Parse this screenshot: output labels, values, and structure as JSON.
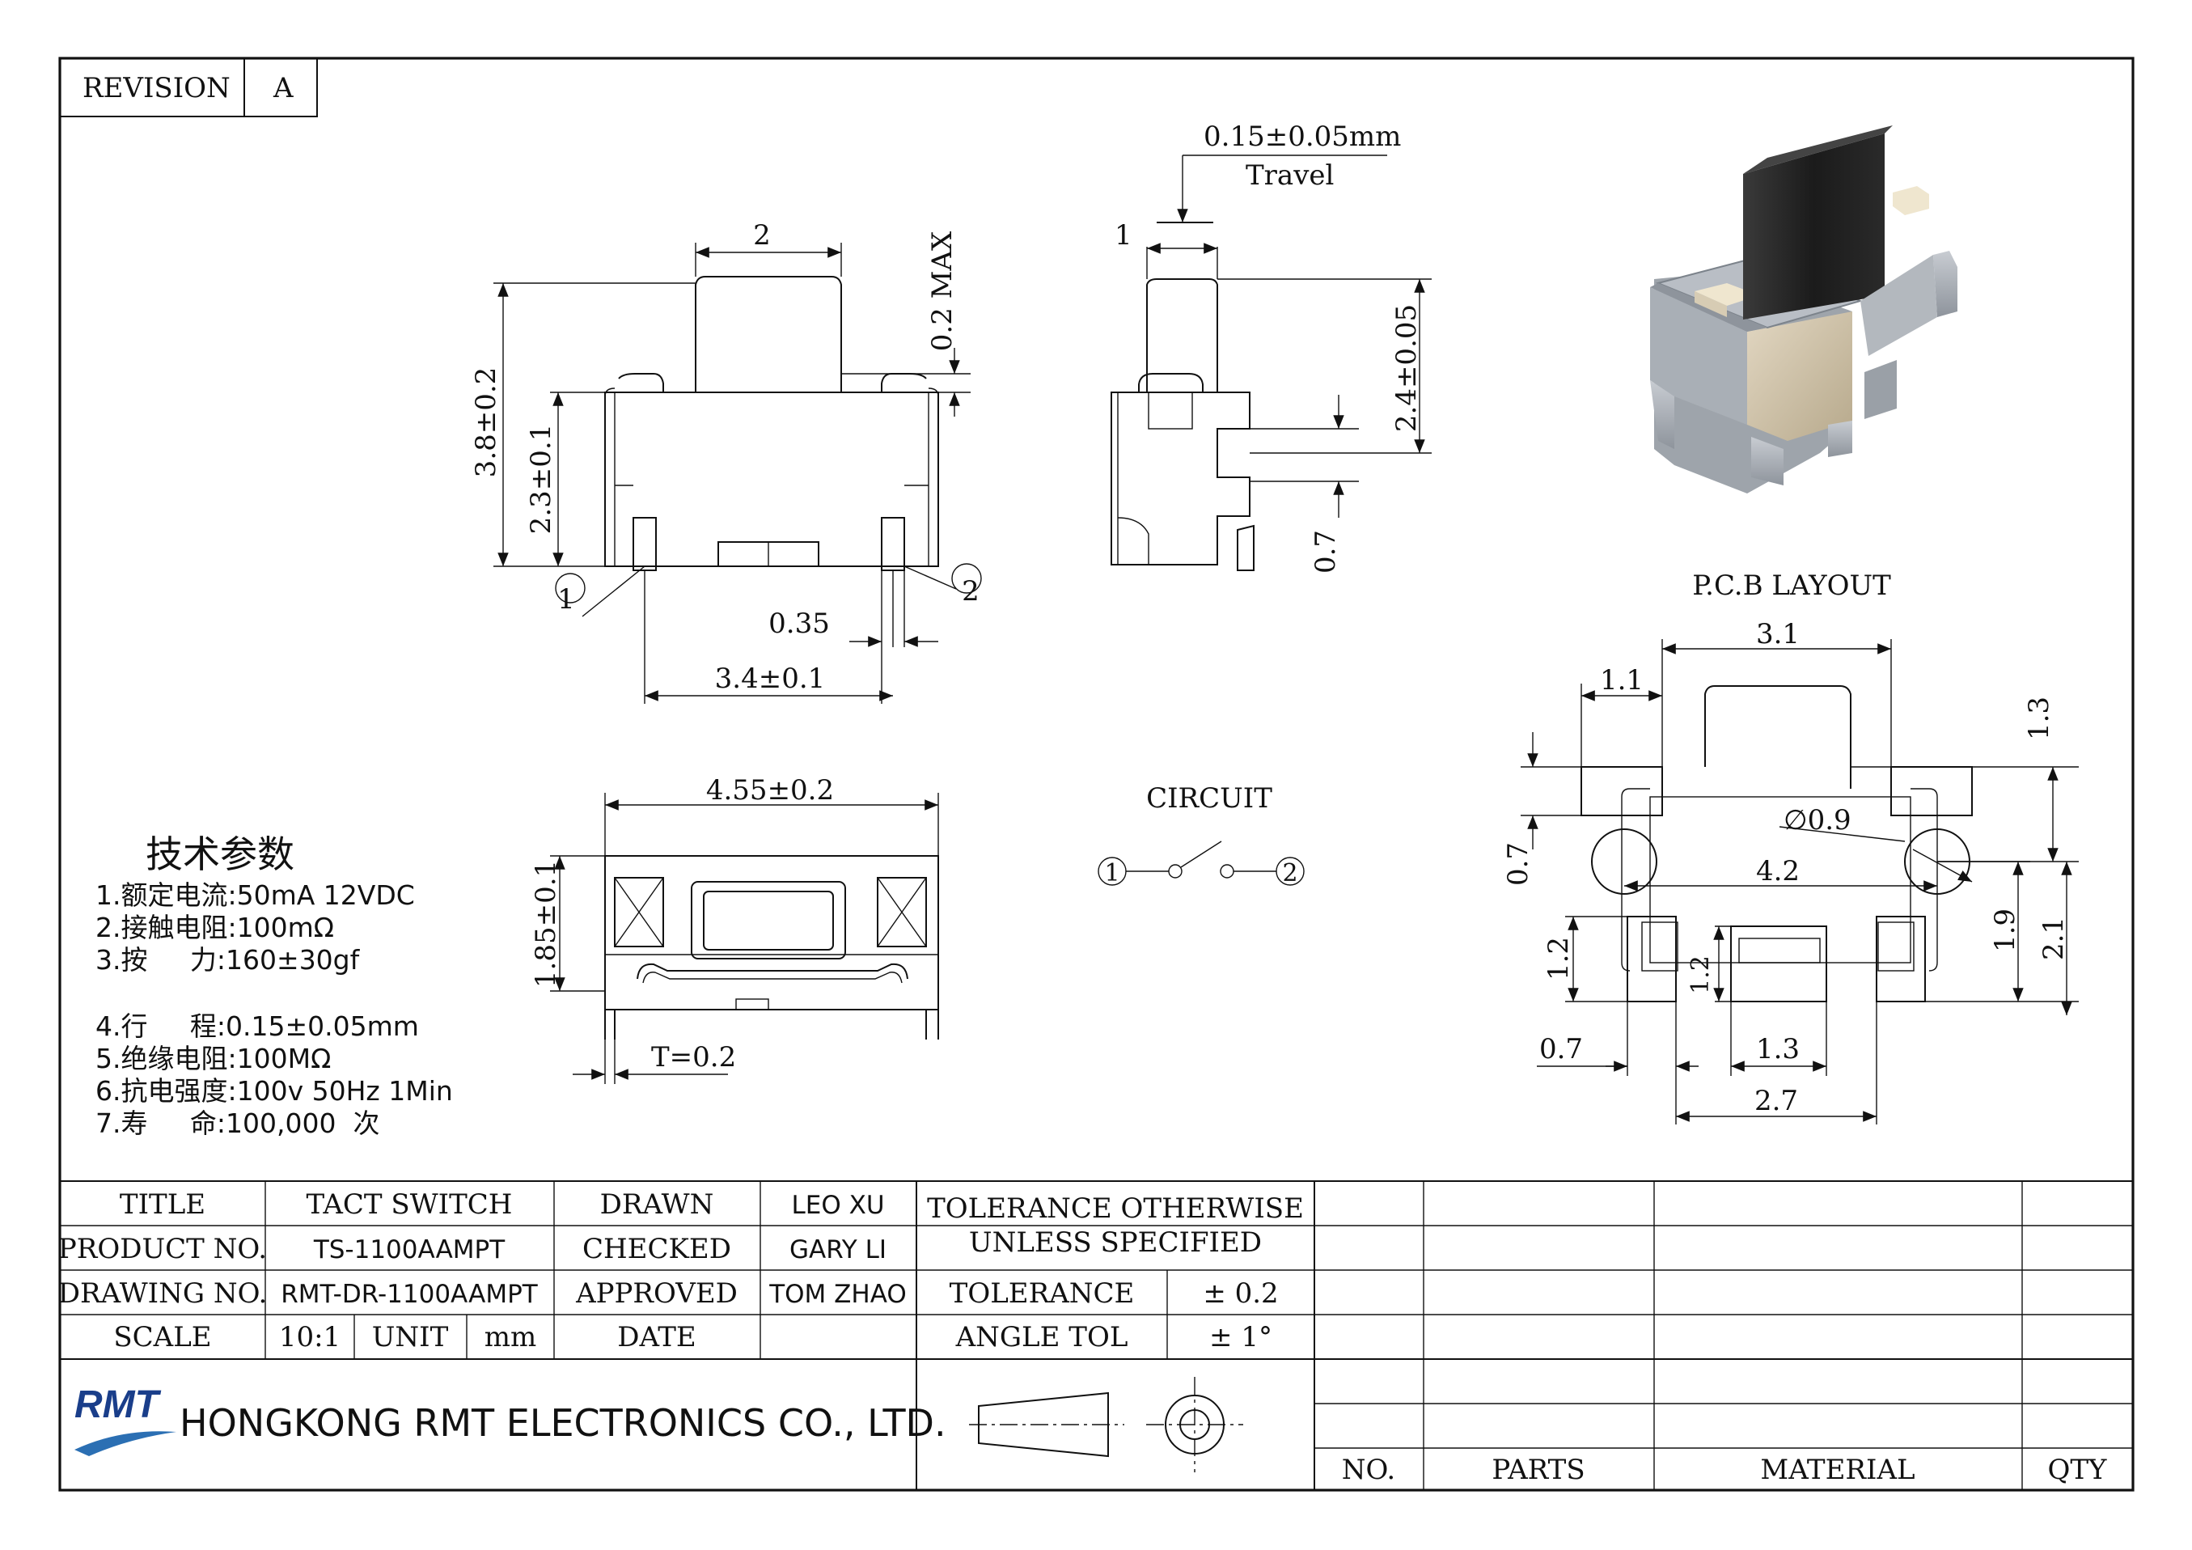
{
  "revision": {
    "label": "REVISION",
    "value": "A"
  },
  "dims": {
    "travel_value": "0.15±0.05mm",
    "travel_label": "Travel",
    "top_width": "2",
    "height_total": "3.8±0.2",
    "height_body": "2.3±0.1",
    "max_label": "0.2 MAX",
    "pin_width": "0.35",
    "pin_span": "3.4±0.1",
    "pin1": "1",
    "pin2": "2",
    "side_actuator": "1",
    "side_height": "2.4±0.05",
    "side_bottom": "0.7",
    "bottom_width": "4.55±0.2",
    "bottom_height": "1.85±0.1",
    "thickness": "T=0.2"
  },
  "circuit": {
    "title": "CIRCUIT",
    "node1": "1",
    "node2": "2"
  },
  "pcb": {
    "title": "P.C.B LAYOUT",
    "d31": "3.1",
    "d11": "1.1",
    "d13": "1.3",
    "d07a": "0.7",
    "d09": "∅0.9",
    "d42": "4.2",
    "d12a": "1.2",
    "d12b": "1.2",
    "d19": "1.9",
    "d21": "2.1",
    "d07b": "0.7",
    "d13b": "1.3",
    "d27": "2.7"
  },
  "specs": {
    "heading": "技术参数",
    "lines": [
      "1.额定电流:50mA 12VDC",
      "2.接触电阻:100mΩ",
      "3.按     力:160±30gf",
      "4.行     程:0.15±0.05mm",
      "5.绝缘电阻:100MΩ",
      "6.抗电强度:100v 50Hz 1Min",
      "7.寿     命:100,000  次"
    ]
  },
  "title_block": {
    "title_label": "TITLE",
    "title_value": "TACT SWITCH",
    "product_label": "PRODUCT NO.",
    "product_value": "TS-1100AAMPT",
    "drawing_label": "DRAWING NO.",
    "drawing_value": "RMT-DR-1100AAMPT",
    "scale_label": "SCALE",
    "scale_value": "10:1",
    "unit_label": "UNIT",
    "unit_value": "mm",
    "drawn_label": "DRAWN",
    "drawn_value": "LEO XU",
    "checked_label": "CHECKED",
    "checked_value": "GARY LI",
    "approved_label": "APPROVED",
    "approved_value": "TOM ZHAO",
    "date_label": "DATE",
    "date_value": "",
    "tol_header_1": "TOLERANCE OTHERWISE",
    "tol_header_2": "UNLESS SPECIFIED",
    "tol_label": "TOLERANCE",
    "tol_value": "± 0.2",
    "angle_label": "ANGLE TOL",
    "angle_value": "± 1°",
    "logo": "RMT",
    "company": "HONGKONG RMT ELECTRONICS CO., LTD.",
    "parts_headers": [
      "NO.",
      "PARTS",
      "MATERIAL",
      "QTY"
    ]
  }
}
